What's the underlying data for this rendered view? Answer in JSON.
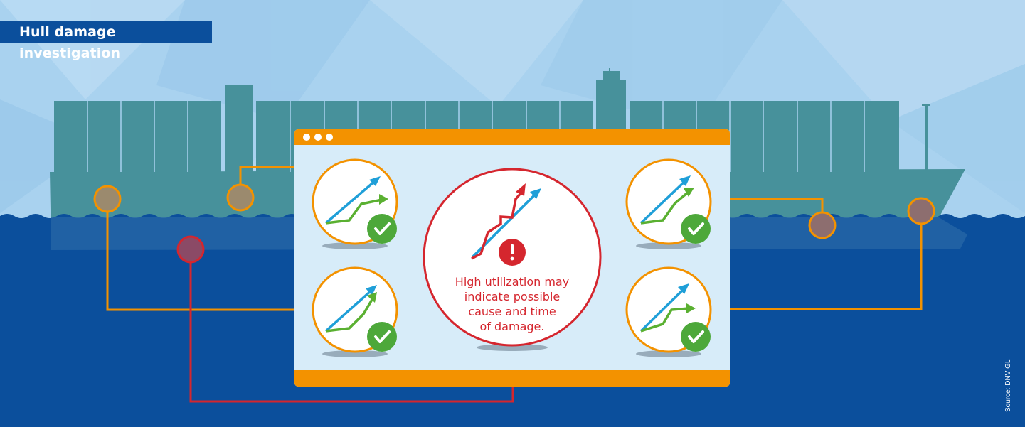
{
  "title": "Hull damage investigation",
  "source": "Source: DNV GL",
  "warning_caption": {
    "lines": [
      "High utilization may",
      "indicate possible",
      "cause and time",
      "of damage."
    ]
  },
  "colors": {
    "sky": "#a9d2ef",
    "sea": "#0b4f9c",
    "ship": "#47919b",
    "orange": "#f39200",
    "red": "#d5262e",
    "panel": "#d7ecf9",
    "trend_blue": "#1f9fd8",
    "trend_green": "#5ab031",
    "check_green": "#4da83a"
  },
  "icons": {
    "ok_marker": "check-icon",
    "warning_marker": "exclamation-icon",
    "window_dots": "window-dots-icon"
  }
}
